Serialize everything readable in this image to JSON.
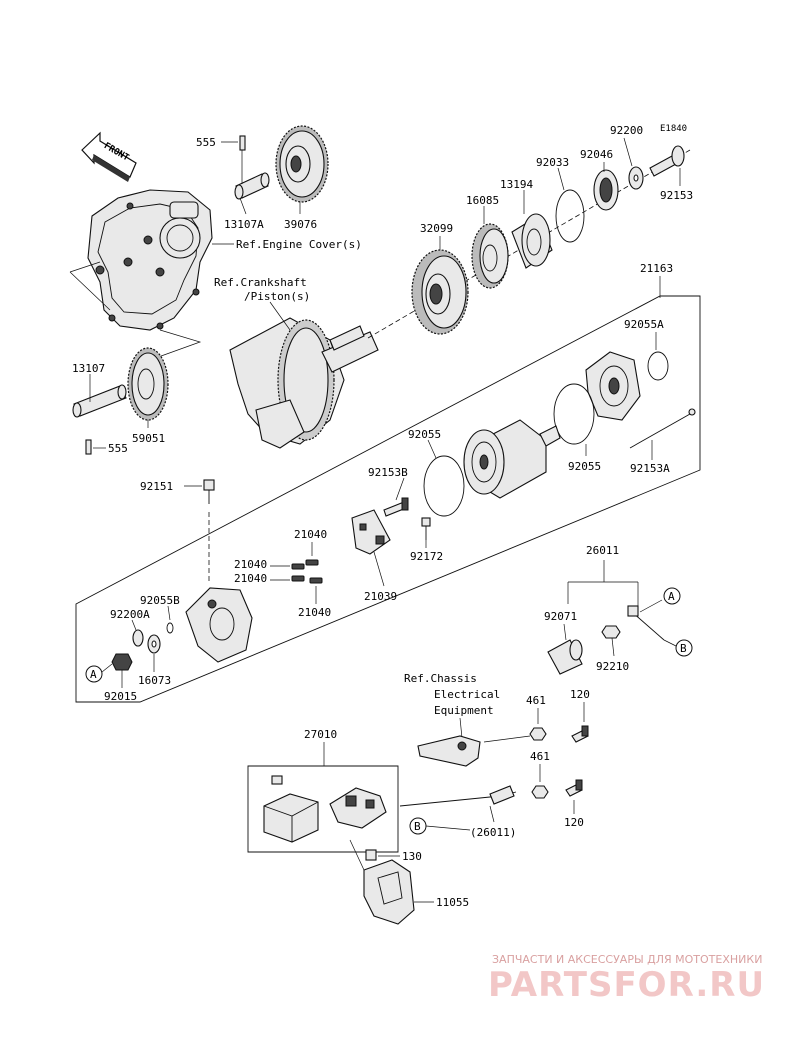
{
  "diagram_code": "E1840",
  "front_label": "FRONT",
  "refs": {
    "engine_cover": "Ref.Engine Cover(s)",
    "crankshaft_1": "Ref.Crankshaft",
    "crankshaft_2": "/Piston(s)",
    "chassis_1": "Ref.Chassis",
    "chassis_2": "Electrical",
    "chassis_3": "Equipment"
  },
  "part_numbers": {
    "p555_top": "555",
    "p13107A": "13107A",
    "p39076": "39076",
    "p13107": "13107",
    "p555_bottom": "555",
    "p59051": "59051",
    "p32099": "32099",
    "p16085": "16085",
    "p13194": "13194",
    "p92033": "92033",
    "p92046": "92046",
    "p92200": "92200",
    "p92153": "92153",
    "p21163": "21163",
    "p92055A": "92055A",
    "p92055_left": "92055",
    "p92055_right": "92055",
    "p92153A": "92153A",
    "p92153B": "92153B",
    "p92172": "92172",
    "p92151": "92151",
    "p21040_a": "21040",
    "p21040_b": "21040",
    "p21040_c": "21040",
    "p21040_d": "21040",
    "p21039": "21039",
    "p92055B": "92055B",
    "p92200A": "92200A",
    "p16073": "16073",
    "p92015": "92015",
    "p26011": "26011",
    "p92071": "92071",
    "p92210": "92210",
    "p461_top": "461",
    "p120_top": "120",
    "p461_bottom": "461",
    "p120_bottom": "120",
    "p27010": "27010",
    "p26011_paren": "(26011)",
    "p130": "130",
    "p11055": "11055"
  },
  "callouts": {
    "a_left": "A",
    "a_right": "A",
    "b_right": "B",
    "b_bottom": "B"
  },
  "watermark": {
    "line1": "ЗАПЧАСТИ И АКСЕССУАРЫ ДЛЯ МОТОТЕХНИКИ",
    "line2": "PARTSFOR.RU"
  }
}
